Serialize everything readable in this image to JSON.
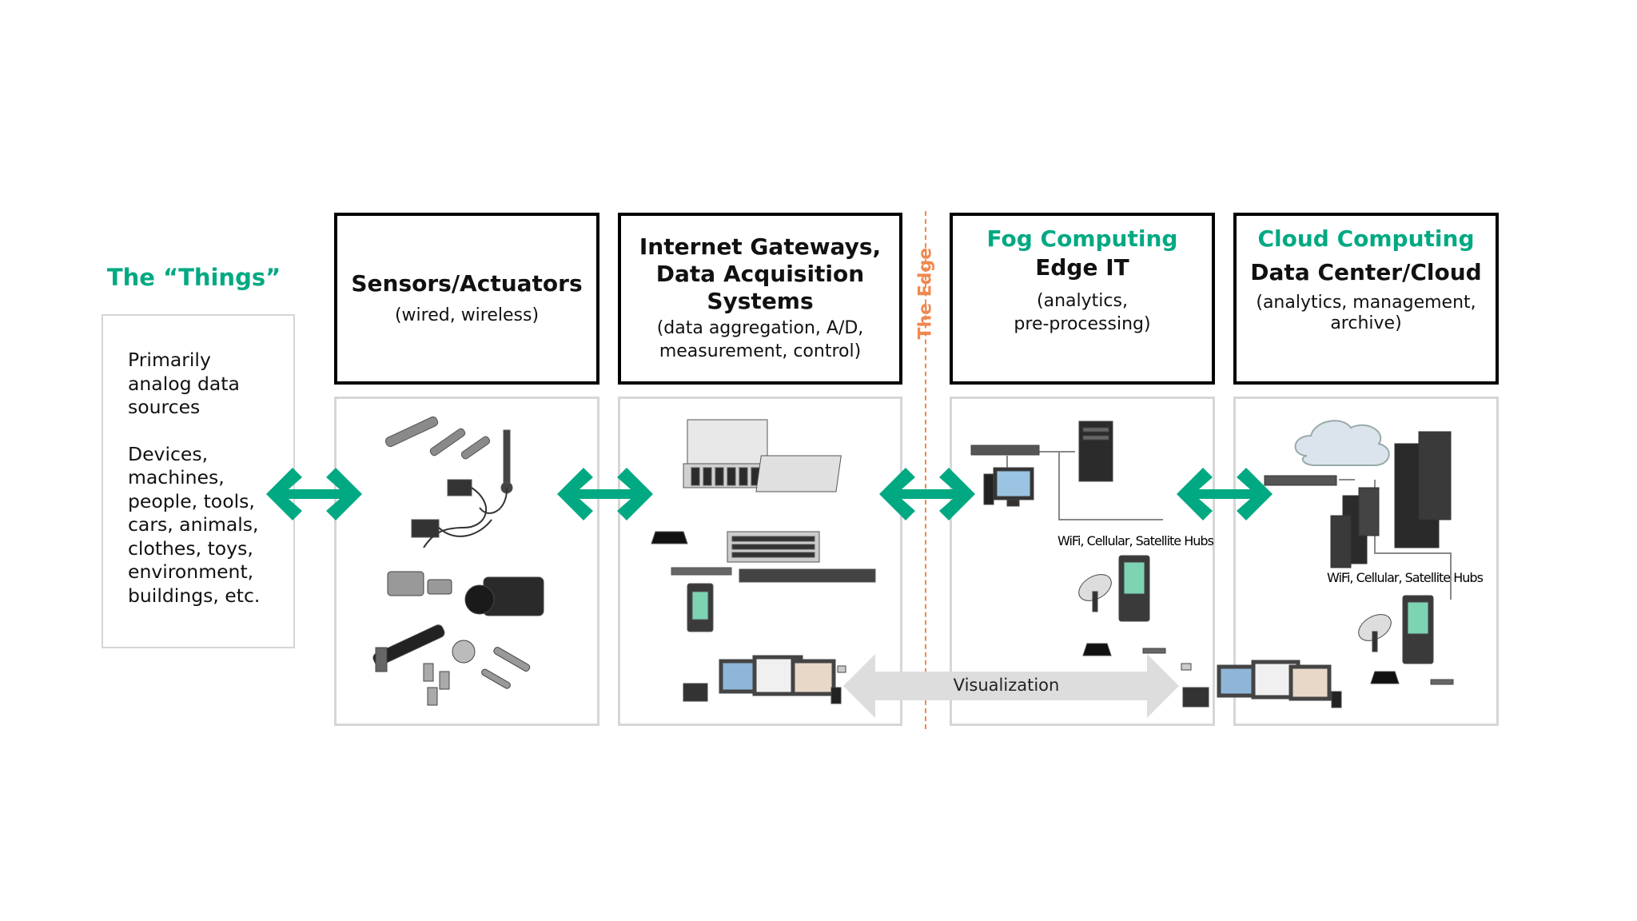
{
  "things": {
    "title": "The “Things”",
    "line1": "Primarily",
    "line2": "analog data",
    "line3": "sources",
    "line4": "Devices,",
    "line5": "machines,",
    "line6": "people, tools,",
    "line7": "cars, animals,",
    "line8": "clothes, toys,",
    "line9": "environment,",
    "line10": "buildings, etc."
  },
  "stages": [
    {
      "title": "Sensors/Actuators",
      "subtitle": "(wired, wireless)"
    },
    {
      "title_line1": "Internet Gateways,",
      "title_line2": "Data Acquisition",
      "title_line3": "Systems",
      "subtitle_line1": "(data aggregation, A/D,",
      "subtitle_line2": "measurement, control)"
    },
    {
      "heading": "Fog Computing",
      "title": "Edge IT",
      "subtitle_line1": "(analytics,",
      "subtitle_line2": "pre-processing)"
    },
    {
      "heading": "Cloud Computing",
      "title": "Data Center/Cloud",
      "subtitle_line1": "(analytics, management,",
      "subtitle_line2": "archive)"
    }
  ],
  "edge_label": "The Edge",
  "hub_label": "WiFi, Cellular, Satellite Hubs",
  "visualization_label": "Visualization",
  "colors": {
    "accent": "#01a982",
    "edge": "#f08850",
    "border": "#000000",
    "panel_border": "#d6d6d6"
  }
}
